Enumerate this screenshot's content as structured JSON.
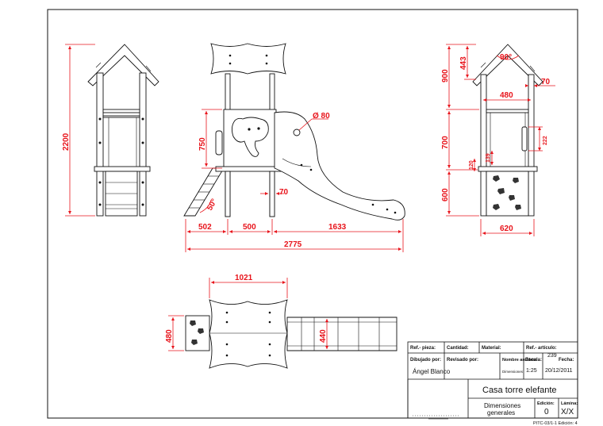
{
  "dimensions": {
    "left_height": "2200",
    "front_base": "502",
    "front_leg": "500",
    "front_slide": "1633",
    "front_total": "2775",
    "front_750": "750",
    "front_hole": "Ø 80",
    "front_70": "70",
    "front_angle": "50°",
    "side_900": "900",
    "side_443": "443",
    "side_90": "90°",
    "side_70": "70",
    "side_480": "480",
    "side_700": "700",
    "side_222": "222",
    "side_139": "139",
    "side_120": "120",
    "side_600": "600",
    "side_620": "620",
    "top_1021": "1021",
    "top_480": "480",
    "top_440": "440"
  },
  "title_block": {
    "ref_pieza_label": "Ref.- pieza:",
    "cantidad_label": "Cantidad:",
    "material_label": "Material:",
    "ref_articulo_label": "Ref.- artículo:",
    "ref_articulo_value": "239",
    "dibujado_label": "Dibujado por:",
    "dibujado_value": "Ángel Blanco",
    "revisado_label": "Revisado por:",
    "nombre_archivo_label": "Nombre archivo:",
    "nombre_archivo_value": "Dimensiones",
    "escala_label": "Escala:",
    "escala_value": "1:25",
    "fecha_label": "Fecha:",
    "fecha_value": "20/12/2011",
    "title": "Casa torre elefante",
    "subtitle_line1": "Dimensiones",
    "subtitle_line2": "generales",
    "edicion_label": "Edición:",
    "edicion_value": "0",
    "lamina_label": "Lámina:",
    "lamina_value": "X/X",
    "footer_code": "PITC-03/1-1 Edición: 4"
  }
}
